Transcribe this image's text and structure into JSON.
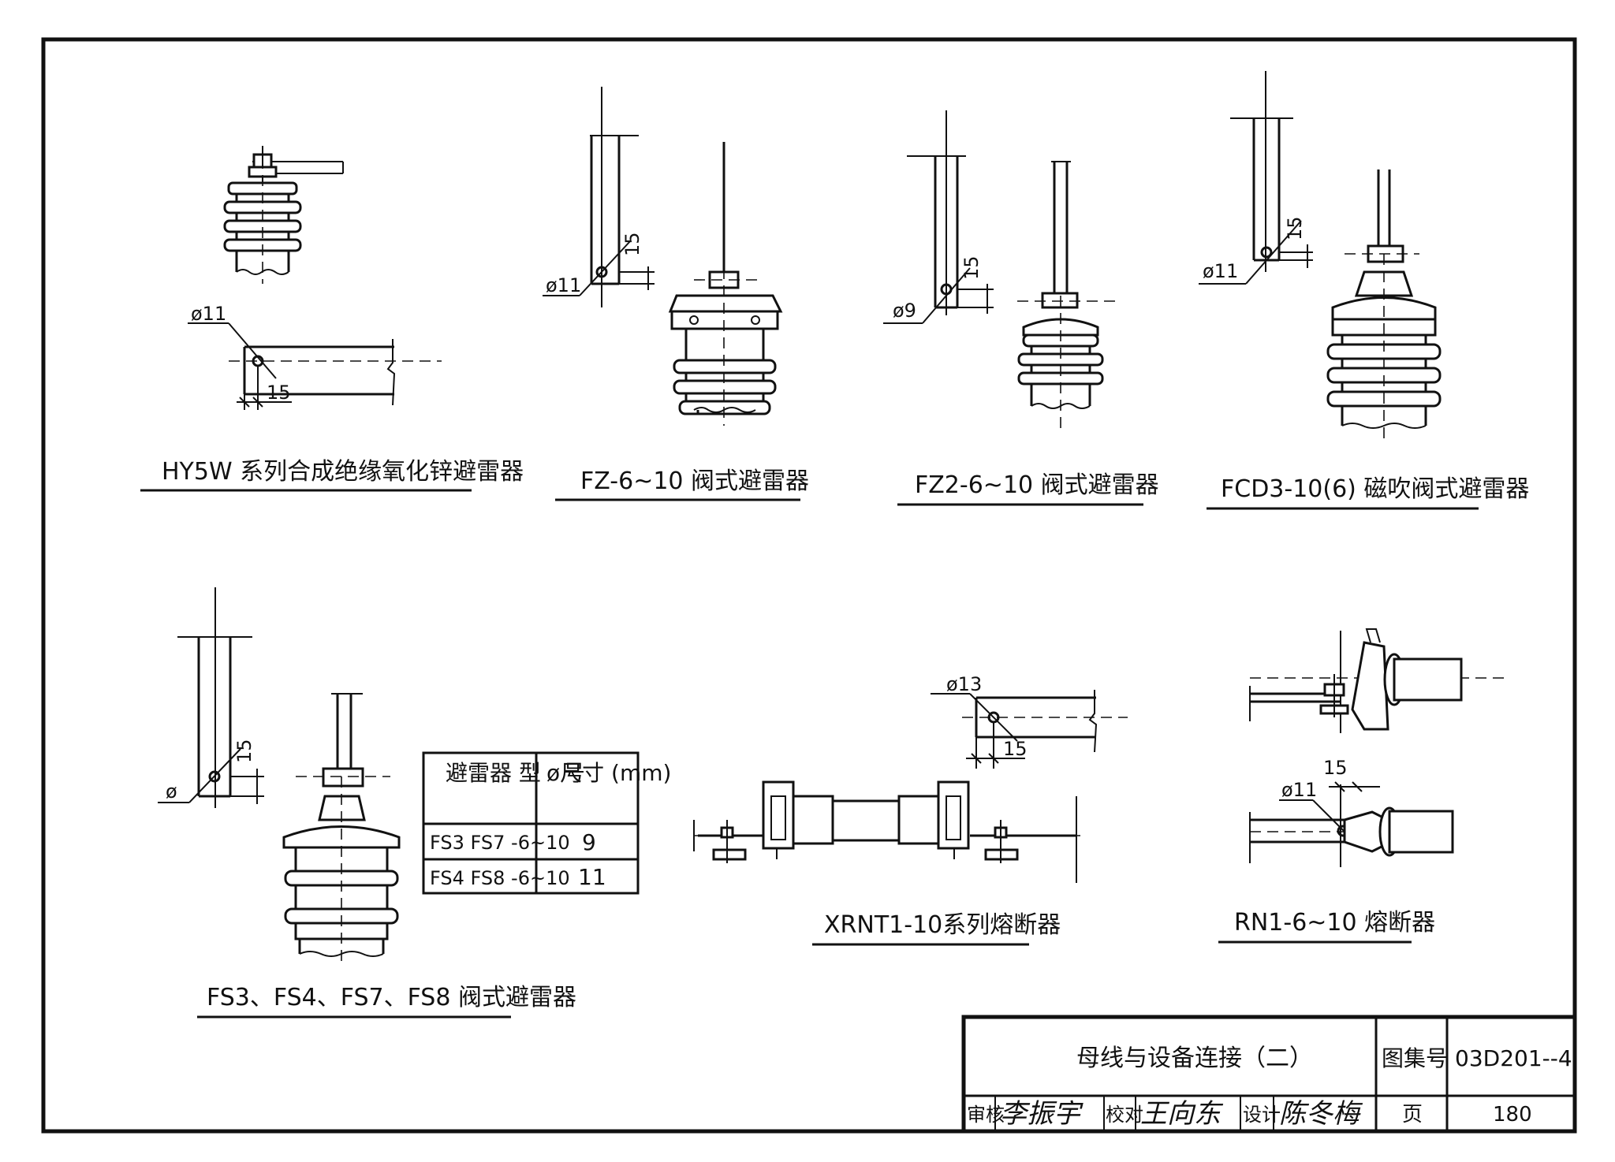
{
  "captions": {
    "hy5w": "HY5W 系列合成绝缘氧化锌避雷器",
    "fz": "FZ-6~10 阀式避雷器",
    "fz2": "FZ2-6~10 阀式避雷器",
    "fcd3": "FCD3-10(6) 磁吹阀式避雷器",
    "fs": "FS3、FS4、FS7、FS8 阀式避雷器",
    "xrnt1": "XRNT1-10系列熔断器",
    "rn1": "RN1-6~10 熔断器"
  },
  "dimensions": {
    "hy5w_hole": "ø11",
    "hy5w_edge": "15",
    "fz_hole": "ø11",
    "fz_edge": "15",
    "fz2_hole": "ø9",
    "fz2_edge": "15",
    "fcd3_hole": "ø11",
    "fcd3_edge": "15",
    "fs_hole": "ø",
    "fs_edge": "15",
    "xrnt_hole": "ø13",
    "xrnt_edge": "15",
    "rn1_hole": "ø11",
    "rn1_edge": "15"
  },
  "spec_table": {
    "header_model": "避雷器 型　号",
    "header_size": "ø尺寸 (mm)",
    "rows": [
      {
        "model": "FS3 FS7 -6~10",
        "size": "9"
      },
      {
        "model": "FS4 FS8 -6~10",
        "size": "11"
      }
    ]
  },
  "title_block": {
    "title": "母线与设备连接（二）",
    "atlas_label": "图集号",
    "atlas_no": "03D201--4",
    "review_label": "审核",
    "review_sign": "李振宇",
    "check_label": "校对",
    "check_sign": "王向东",
    "design_label": "设计",
    "design_sign": "陈冬梅",
    "page_label": "页",
    "page_no": "180"
  }
}
